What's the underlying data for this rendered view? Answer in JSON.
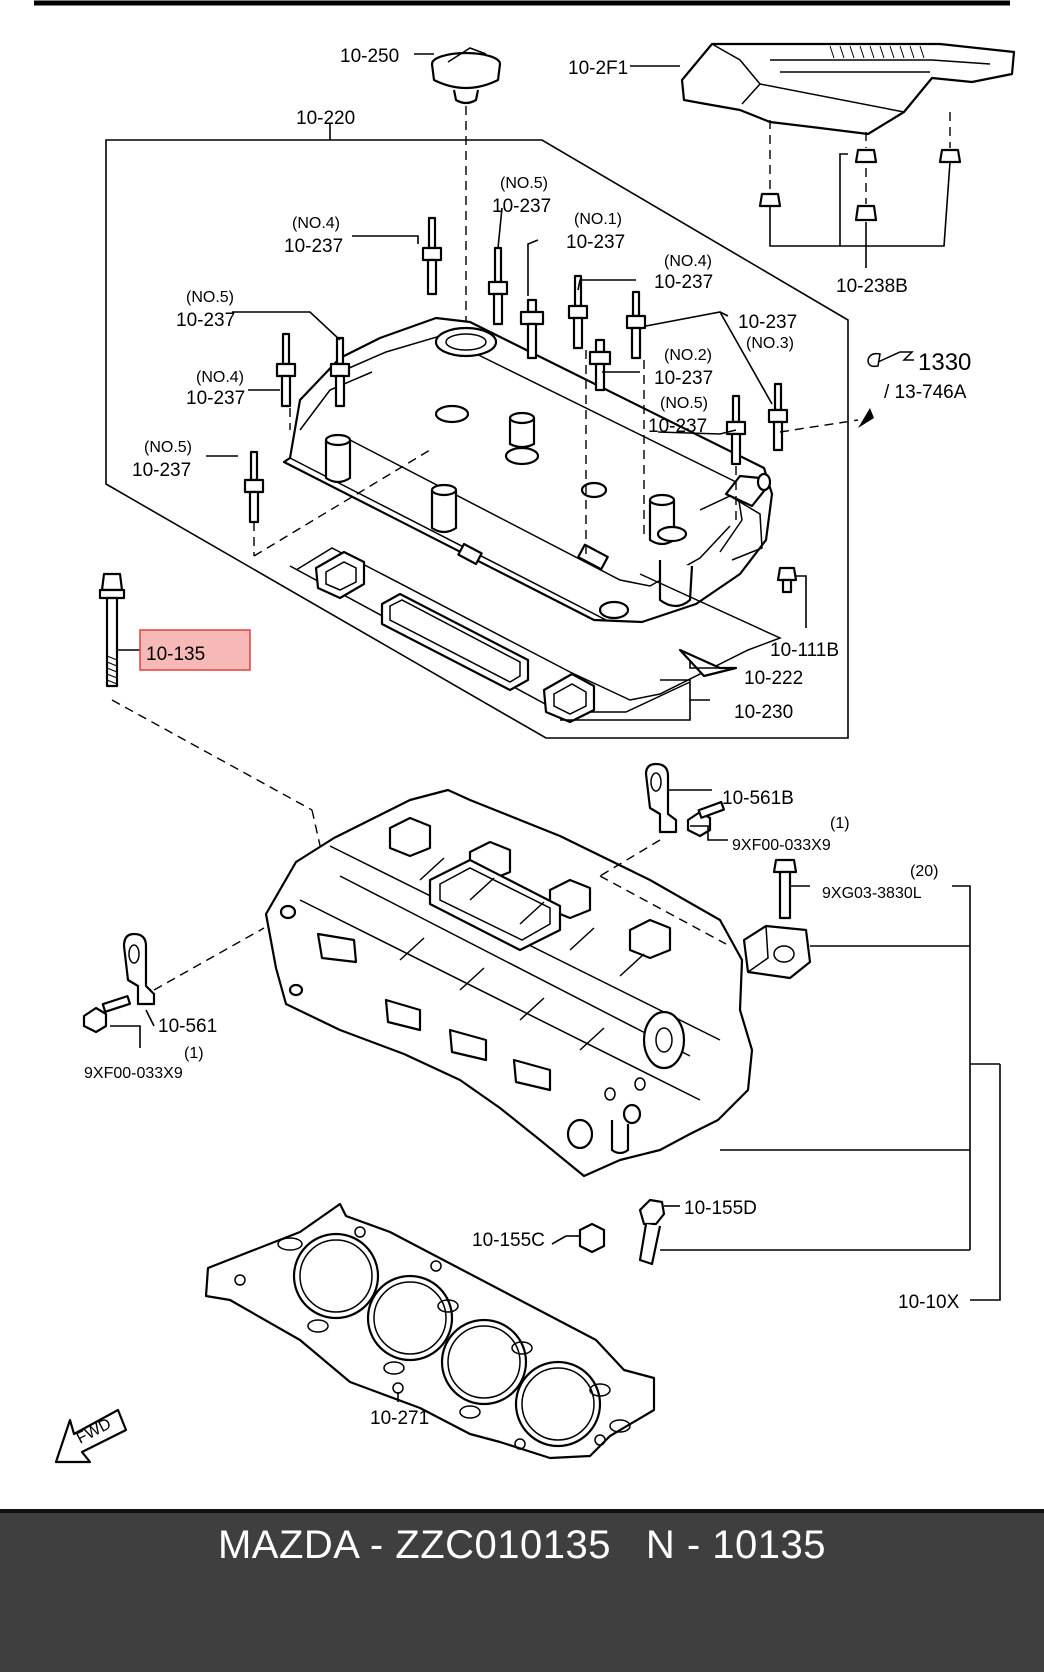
{
  "labels": {
    "p_10_250": "10-250",
    "p_10_2F1": "10-2F1",
    "p_10_220": "10-220",
    "no5_a": "(NO.5)",
    "p_237_a": "10-237",
    "no4_a": "(NO.4)",
    "p_237_b": "10-237",
    "no1": "(NO.1)",
    "p_237_c": "10-237",
    "no4_b": "(NO.4)",
    "p_237_d": "10-237",
    "no5_b": "(NO.5)",
    "p_237_e": "10-237",
    "p_237_f": "10-237",
    "no3": "(NO.3)",
    "no2": "(NO.2)",
    "p_237_g": "10-237",
    "no4_c": "(NO.4)",
    "p_237_h": "10-237",
    "no5_c": "(NO.5)",
    "p_237_i": "10-237",
    "no5_d": "(NO.5)",
    "p_237_j": "10-237",
    "p_10_238B": "10-238B",
    "ref_1330": "1330",
    "ref_13_746A": "/ 13-746A",
    "p_10_135": "10-135",
    "p_10_111B": "10-111B",
    "p_10_222": "10-222",
    "p_10_230": "10-230",
    "p_10_561B": "10-561B",
    "qty_1_a": "(1)",
    "p_9XF00_a": "9XF00-033X9",
    "qty_20": "(20)",
    "p_9XG03": "9XG03-3830L",
    "p_10_561": "10-561",
    "qty_1_b": "(1)",
    "p_9XF00_b": "9XF00-033X9",
    "p_10_155C": "10-155C",
    "p_10_155D": "10-155D",
    "p_10_10X": "10-10X",
    "p_10_271": "10-271",
    "fwd": "FWD"
  },
  "highlight": {
    "part": "10-135",
    "fill_color": "#f7b8b8",
    "border_color": "#e04040"
  },
  "footer": {
    "text": "MAZDA - ZZC010135   N - 10135"
  }
}
